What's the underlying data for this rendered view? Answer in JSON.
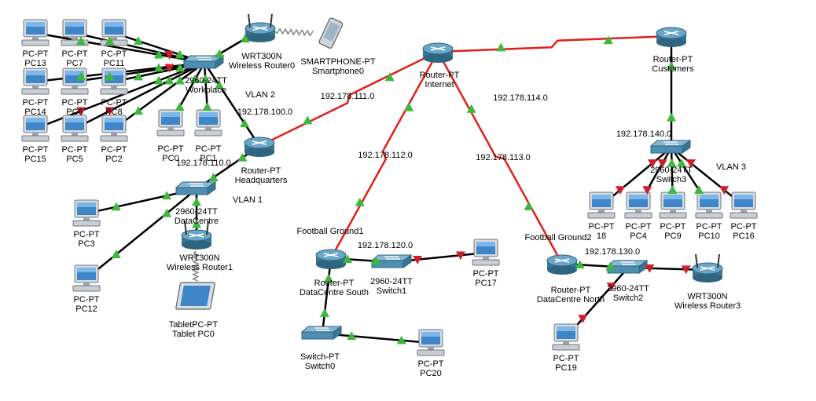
{
  "colors": {
    "cable": "#000000",
    "wan_link": "#e0201a",
    "link_up": "#3cb83a",
    "link_down": "#cc1f2a",
    "device_blue": "#4f8fae"
  },
  "devices": [
    {
      "id": "pc13",
      "icon": "pc-icon",
      "type": "PC-PT",
      "name": "PC13"
    },
    {
      "id": "pc7",
      "icon": "pc-icon",
      "type": "PC-PT",
      "name": "PC7"
    },
    {
      "id": "pc11",
      "icon": "pc-icon",
      "type": "PC-PT",
      "name": "PC11"
    },
    {
      "id": "pc14",
      "icon": "pc-icon",
      "type": "PC-PT",
      "name": "PC14"
    },
    {
      "id": "pc6",
      "icon": "pc-icon",
      "type": "PC-PT",
      "name": "PC6"
    },
    {
      "id": "pc8",
      "icon": "pc-icon",
      "type": "PC-PT",
      "name": "PC8"
    },
    {
      "id": "pc15",
      "icon": "pc-icon",
      "type": "PC-PT",
      "name": "PC15"
    },
    {
      "id": "pc5",
      "icon": "pc-icon",
      "type": "PC-PT",
      "name": "PC5"
    },
    {
      "id": "pc2",
      "icon": "pc-icon",
      "type": "PC-PT",
      "name": "PC2"
    },
    {
      "id": "pc0",
      "icon": "pc-icon",
      "type": "PC-PT",
      "name": "PC0"
    },
    {
      "id": "pc1",
      "icon": "pc-icon",
      "type": "PC-PT",
      "name": "PC1"
    },
    {
      "id": "workplace",
      "icon": "switch-icon",
      "type": "2960-24TT",
      "name": "Workplace"
    },
    {
      "id": "wr0",
      "icon": "wireless-router-icon",
      "type": "WRT300N",
      "name": "Wireless Router0"
    },
    {
      "id": "phone0",
      "icon": "smartphone-icon",
      "type": "SMARTPHONE-PT",
      "name": "Smartphone0"
    },
    {
      "id": "hq",
      "icon": "router-icon",
      "type": "Router-PT",
      "name": "Headquarters"
    },
    {
      "id": "internet",
      "icon": "router-icon",
      "type": "Router-PT",
      "name": "Internet"
    },
    {
      "id": "customers",
      "icon": "router-icon",
      "type": "Router-PT",
      "name": "Customers"
    },
    {
      "id": "datacentre",
      "icon": "switch-icon",
      "type": "2960-24TT",
      "name": "DataCentre"
    },
    {
      "id": "pc3",
      "icon": "pc-icon",
      "type": "PC-PT",
      "name": "PC3"
    },
    {
      "id": "pc12",
      "icon": "pc-icon",
      "type": "PC-PT",
      "name": "PC12"
    },
    {
      "id": "wr1",
      "icon": "wireless-router-icon",
      "type": "WRT300N",
      "name": "Wireless Router1"
    },
    {
      "id": "tablet0",
      "icon": "tablet-icon",
      "type": "TabletPC-PT",
      "name": "Tablet PC0"
    },
    {
      "id": "dcsouth",
      "icon": "router-icon",
      "type": "Router-PT",
      "name": "DataCentre South"
    },
    {
      "id": "switch1",
      "icon": "switch-icon",
      "type": "2960-24TT",
      "name": "Switch1"
    },
    {
      "id": "pc17",
      "icon": "pc-icon",
      "type": "PC-PT",
      "name": "PC17"
    },
    {
      "id": "switch0",
      "icon": "switch-icon",
      "type": "Switch-PT",
      "name": "Switch0"
    },
    {
      "id": "pc20",
      "icon": "pc-icon",
      "type": "PC-PT",
      "name": "PC20"
    },
    {
      "id": "dcnorth",
      "icon": "router-icon",
      "type": "Router-PT",
      "name": "DataCentre North"
    },
    {
      "id": "switch2",
      "icon": "switch-icon",
      "type": "2960-24TT",
      "name": "Switch2"
    },
    {
      "id": "wr3",
      "icon": "wireless-router-icon",
      "type": "WRT300N",
      "name": "Wireless Router3"
    },
    {
      "id": "pc19",
      "icon": "pc-icon",
      "type": "PC-PT",
      "name": "PC19"
    },
    {
      "id": "switch3",
      "icon": "switch-icon",
      "type": "2960-24TT",
      "name": "Switch3"
    },
    {
      "id": "pc18",
      "icon": "pc-icon",
      "type": "PC-PT",
      "name": "18"
    },
    {
      "id": "pc4",
      "icon": "pc-icon",
      "type": "PC-PT",
      "name": "PC4"
    },
    {
      "id": "pc9",
      "icon": "pc-icon",
      "type": "PC-PT",
      "name": "PC9"
    },
    {
      "id": "pc10",
      "icon": "pc-icon",
      "type": "PC-PT",
      "name": "PC10"
    },
    {
      "id": "pc16",
      "icon": "pc-icon",
      "type": "PC-PT",
      "name": "PC16"
    }
  ],
  "links": [
    {
      "from": "pc13",
      "to": "workplace",
      "kind": "copper",
      "from_state": "up",
      "to_state": "up"
    },
    {
      "from": "pc7",
      "to": "workplace",
      "kind": "copper",
      "from_state": "up",
      "to_state": "down"
    },
    {
      "from": "pc11",
      "to": "workplace",
      "kind": "copper",
      "from_state": "up",
      "to_state": "up"
    },
    {
      "from": "pc14",
      "to": "workplace",
      "kind": "copper",
      "from_state": "up",
      "to_state": "up"
    },
    {
      "from": "pc6",
      "to": "workplace",
      "kind": "copper",
      "from_state": "up",
      "to_state": "down"
    },
    {
      "from": "pc8",
      "to": "workplace",
      "kind": "copper",
      "from_state": "up",
      "to_state": "up"
    },
    {
      "from": "pc15",
      "to": "workplace",
      "kind": "copper",
      "from_state": "down",
      "to_state": "up"
    },
    {
      "from": "pc5",
      "to": "workplace",
      "kind": "copper",
      "from_state": "down",
      "to_state": "up"
    },
    {
      "from": "pc2",
      "to": "workplace",
      "kind": "copper",
      "from_state": "up",
      "to_state": "up"
    },
    {
      "from": "pc0",
      "to": "workplace",
      "kind": "copper",
      "from_state": "up",
      "to_state": "up"
    },
    {
      "from": "pc1",
      "to": "workplace",
      "kind": "copper",
      "from_state": "up",
      "to_state": "up"
    },
    {
      "from": "workplace",
      "to": "wr0",
      "kind": "copper",
      "from_state": "up",
      "to_state": "up"
    },
    {
      "from": "workplace",
      "to": "hq",
      "kind": "copper",
      "from_state": "up",
      "to_state": "up"
    },
    {
      "from": "wr0",
      "to": "phone0",
      "kind": "wireless"
    },
    {
      "from": "hq",
      "to": "internet",
      "kind": "serial",
      "from_state": "up",
      "to_state": "up"
    },
    {
      "from": "internet",
      "to": "customers",
      "kind": "serial",
      "from_state": "up",
      "to_state": "up"
    },
    {
      "from": "internet",
      "to": "dcsouth",
      "kind": "serial",
      "from_state": "up",
      "to_state": "up"
    },
    {
      "from": "internet",
      "to": "dcnorth",
      "kind": "serial",
      "from_state": "up",
      "to_state": "up"
    },
    {
      "from": "hq",
      "to": "datacentre",
      "kind": "copper",
      "from_state": "up",
      "to_state": "up"
    },
    {
      "from": "datacentre",
      "to": "pc3",
      "kind": "copper",
      "from_state": "up",
      "to_state": "up"
    },
    {
      "from": "datacentre",
      "to": "pc12",
      "kind": "copper",
      "from_state": "up",
      "to_state": "up"
    },
    {
      "from": "datacentre",
      "to": "wr1",
      "kind": "copper",
      "from_state": "up",
      "to_state": "up"
    },
    {
      "from": "wr1",
      "to": "tablet0",
      "kind": "wireless"
    },
    {
      "from": "dcsouth",
      "to": "switch1",
      "kind": "copper",
      "from_state": "up",
      "to_state": "up"
    },
    {
      "from": "switch1",
      "to": "pc17",
      "kind": "copper",
      "from_state": "down",
      "to_state": "down"
    },
    {
      "from": "dcsouth",
      "to": "switch0",
      "kind": "copper",
      "from_state": "up",
      "to_state": "up"
    },
    {
      "from": "switch0",
      "to": "pc20",
      "kind": "copper",
      "from_state": "up",
      "to_state": "up"
    },
    {
      "from": "dcnorth",
      "to": "switch2",
      "kind": "copper",
      "from_state": "up",
      "to_state": "up"
    },
    {
      "from": "switch2",
      "to": "wr3",
      "kind": "copper",
      "from_state": "down",
      "to_state": "down"
    },
    {
      "from": "switch2",
      "to": "pc19",
      "kind": "copper",
      "from_state": "down",
      "to_state": "down"
    },
    {
      "from": "customers",
      "to": "switch3",
      "kind": "copper",
      "from_state": "up",
      "to_state": "up"
    },
    {
      "from": "switch3",
      "to": "pc18",
      "kind": "copper",
      "from_state": "down",
      "to_state": "down"
    },
    {
      "from": "switch3",
      "to": "pc4",
      "kind": "copper",
      "from_state": "down",
      "to_state": "down"
    },
    {
      "from": "switch3",
      "to": "pc9",
      "kind": "copper",
      "from_state": "up",
      "to_state": "up"
    },
    {
      "from": "switch3",
      "to": "pc10",
      "kind": "copper",
      "from_state": "up",
      "to_state": "up"
    },
    {
      "from": "switch3",
      "to": "pc16",
      "kind": "copper",
      "from_state": "down",
      "to_state": "down"
    }
  ],
  "annotations": [
    {
      "id": "vlan2",
      "text": "VLAN 2"
    },
    {
      "id": "net100",
      "text": "192.178.100.0"
    },
    {
      "id": "net111",
      "text": "192.178.111.0"
    },
    {
      "id": "net114",
      "text": "192.178.114.0"
    },
    {
      "id": "net110",
      "text": "192.178.110.0"
    },
    {
      "id": "vlan1",
      "text": "VLAN 1"
    },
    {
      "id": "net112",
      "text": "192.178.112.0"
    },
    {
      "id": "net113",
      "text": "192.178.113.0"
    },
    {
      "id": "net140",
      "text": "192.178.140.0"
    },
    {
      "id": "vlan3",
      "text": "VLAN 3"
    },
    {
      "id": "fg1",
      "text": "Football Ground1"
    },
    {
      "id": "net120",
      "text": "192.178.120.0"
    },
    {
      "id": "fg2",
      "text": "Football Ground2"
    },
    {
      "id": "net130",
      "text": "192.178.130.0"
    }
  ]
}
